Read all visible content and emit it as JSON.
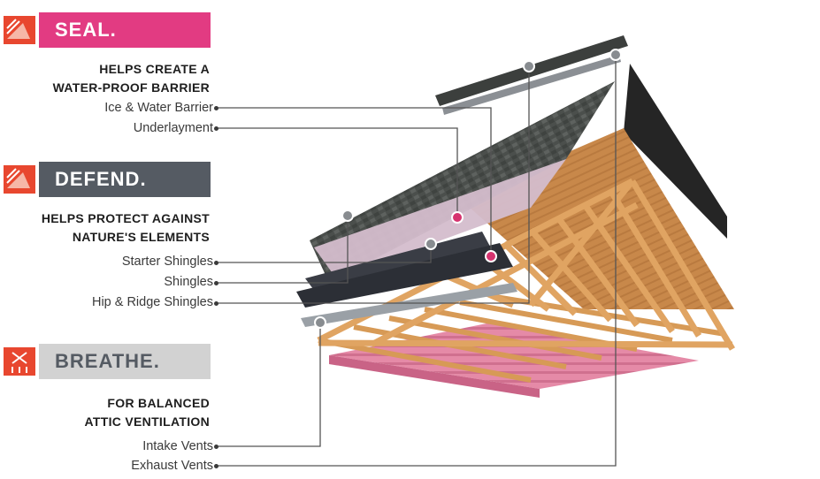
{
  "colors": {
    "seal_accent": "#e23b82",
    "defend_accent": "#555b63",
    "breathe_accent": "#d2d2d2",
    "icon_red": "#e8472f",
    "shingle": "#4e524f",
    "underlayment": "#d6c0cf",
    "wood": "#cf9350",
    "insulation": "#e68aa6"
  },
  "sections": {
    "seal": {
      "title": "SEAL.",
      "heading_line1": "HELPS CREATE A",
      "heading_line2": "WATER-PROOF BARRIER",
      "items": [
        "Ice & Water Barrier",
        "Underlayment"
      ]
    },
    "defend": {
      "title": "DEFEND.",
      "heading_line1": "HELPS PROTECT AGAINST",
      "heading_line2": "NATURE'S ELEMENTS",
      "items": [
        "Starter Shingles",
        "Shingles",
        "Hip & Ridge Shingles"
      ]
    },
    "breathe": {
      "title": "BREATHE.",
      "heading_line1": "FOR BALANCED",
      "heading_line2": "ATTIC VENTILATION",
      "items": [
        "Intake Vents",
        "Exhaust Vents"
      ]
    }
  },
  "icons": {
    "seal": "layers-icon",
    "defend": "layers-icon",
    "breathe": "ventilation-arrows-icon"
  }
}
